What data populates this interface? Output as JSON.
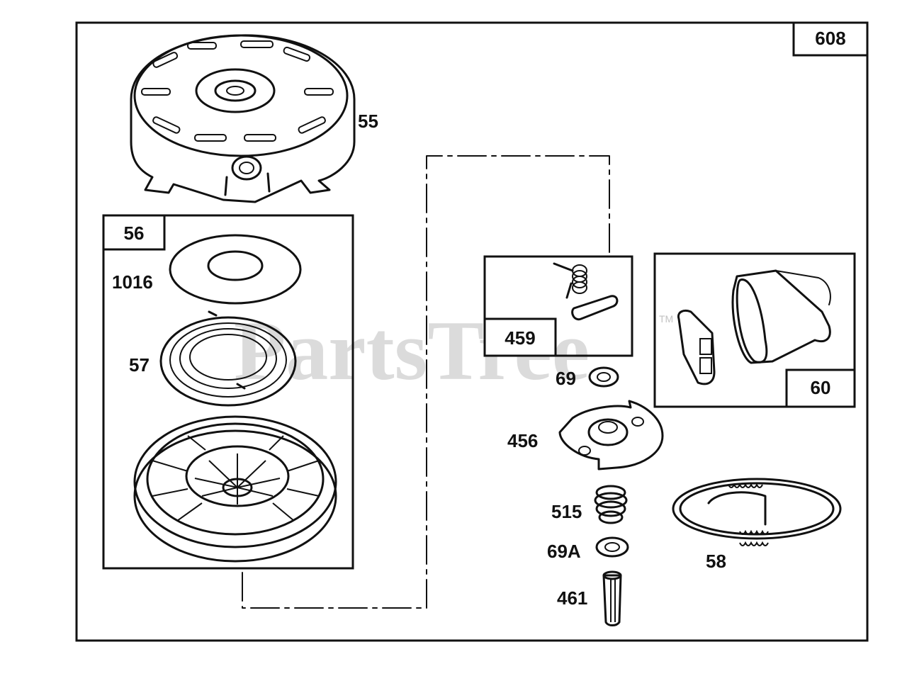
{
  "diagram": {
    "assembly_label": "608",
    "watermark": "PartsTree",
    "watermark_tm": "TM",
    "parts": [
      {
        "id": "housing",
        "label": "55"
      },
      {
        "id": "pulley-kit",
        "label": "56"
      },
      {
        "id": "washer-large",
        "label": "1016"
      },
      {
        "id": "recoil-spring",
        "label": "57"
      },
      {
        "id": "pawl-kit",
        "label": "459"
      },
      {
        "id": "washer",
        "label": "69"
      },
      {
        "id": "handle-kit",
        "label": "60"
      },
      {
        "id": "retainer",
        "label": "456"
      },
      {
        "id": "spring",
        "label": "515"
      },
      {
        "id": "washer-small",
        "label": "69A"
      },
      {
        "id": "pin",
        "label": "461"
      },
      {
        "id": "rope",
        "label": "58"
      }
    ]
  }
}
